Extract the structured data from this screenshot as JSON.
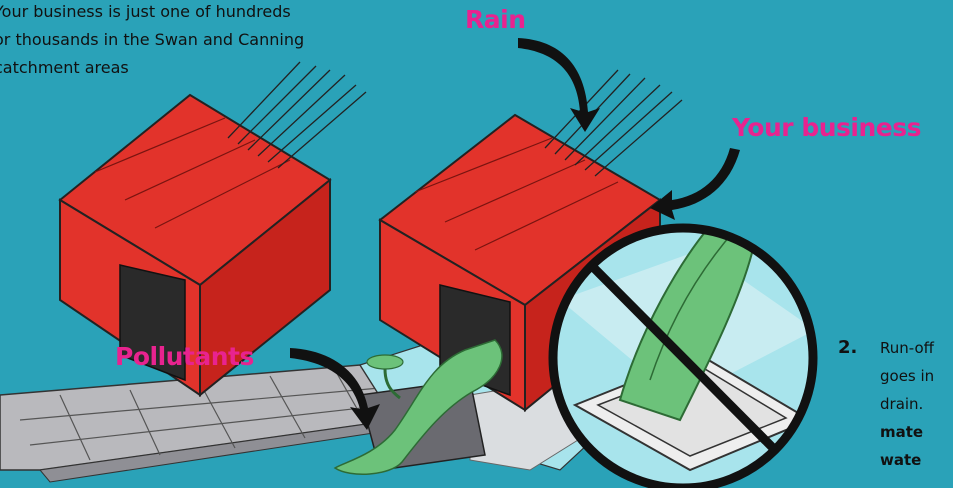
{
  "intro": {
    "lines": [
      "Your business is just one of hundreds",
      "or thousands in the Swan and Canning",
      "catchment areas"
    ]
  },
  "labels": {
    "rain": "Rain",
    "your_business": "Your business",
    "pollutants": "Pollutants"
  },
  "step": {
    "number": "2.",
    "text_lines": [
      "Run-off",
      "goes in",
      "drain.",
      "mate",
      "wate"
    ]
  },
  "colors": {
    "background": "#2aa2b8",
    "accent": "#e8238f",
    "building_red": "#e2332b",
    "pollution_green": "#6cc27a",
    "pavement": "#b9b9bd"
  },
  "icons": {
    "prohibited": "no-entry-icon",
    "arrow": "curved-arrow-icon"
  }
}
